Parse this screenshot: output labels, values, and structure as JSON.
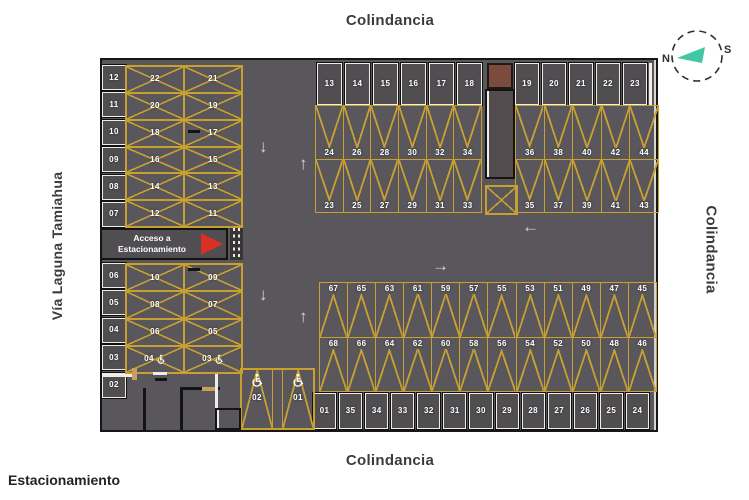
{
  "labels": {
    "top": "Colindancia",
    "right": "Colindancia",
    "bottom": "Colindancia",
    "left": "Vía Laguna Tamiahua",
    "corner": "Estacionamiento"
  },
  "compass": {
    "north": "N",
    "south": "S",
    "arrow_color": "#41C7A3"
  },
  "access": {
    "line1": "Acceso a",
    "line2": "Estacionamiento"
  },
  "icons": {
    "up_arrow": "↑",
    "down_arrow": "↓",
    "left_arrow": "←",
    "right_arrow": "→"
  },
  "colors": {
    "asphalt": "#59575B",
    "stall_line": "#C8A032",
    "wall_white": "#EFEDE8",
    "wall_black": "#141414",
    "spot_fill": "#504E51",
    "elevator": "#7B4B3E",
    "access_arrow": "#D93025",
    "number": "#FFFFFF"
  },
  "stalls": {
    "left_edge_top": [
      "12",
      "11",
      "10",
      "09",
      "08",
      "07"
    ],
    "left_edge_bottom": [
      "06",
      "05",
      "04",
      "03",
      "02"
    ],
    "inner_top": [
      "22",
      "21",
      "20",
      "19",
      "18",
      "17",
      "16",
      "15",
      "14",
      "13",
      "12",
      "11"
    ],
    "inner_bottom": [
      "10",
      "09",
      "08",
      "07",
      "06",
      "05"
    ],
    "inner_bottom_handicap": [
      "04",
      "03"
    ],
    "top_edge_left": [
      "13",
      "14",
      "15",
      "16",
      "17",
      "18"
    ],
    "top_edge_right": [
      "19",
      "20",
      "21",
      "22",
      "23"
    ],
    "mid_upper_left": [
      "24",
      "26",
      "28",
      "30",
      "32",
      "34"
    ],
    "mid_lower_left": [
      "23",
      "25",
      "27",
      "29",
      "31",
      "33"
    ],
    "mid_upper_right": [
      "36",
      "38",
      "40",
      "42",
      "44"
    ],
    "mid_lower_right": [
      "35",
      "37",
      "39",
      "41",
      "43"
    ],
    "south_upper": [
      "67",
      "65",
      "63",
      "61",
      "59",
      "57",
      "55",
      "53",
      "51",
      "49",
      "47",
      "45"
    ],
    "south_lower": [
      "68",
      "66",
      "64",
      "62",
      "60",
      "58",
      "56",
      "54",
      "52",
      "50",
      "48",
      "46"
    ],
    "bottom_edge": [
      "01",
      "35",
      "34",
      "33",
      "32",
      "31",
      "30",
      "29",
      "28",
      "27",
      "26",
      "25",
      "24"
    ],
    "handicap_large": [
      "02",
      "01"
    ]
  }
}
